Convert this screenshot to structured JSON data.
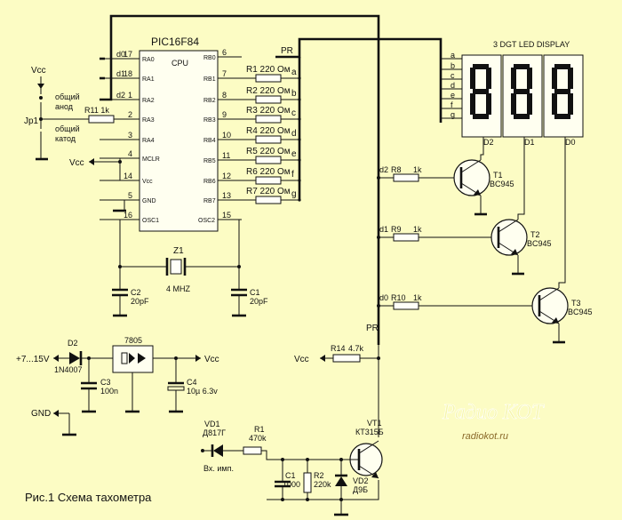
{
  "chip": {
    "name": "PIC16F84",
    "core": "CPU",
    "left_pins": [
      {
        "num": "17",
        "name": "RA0",
        "net": "d0"
      },
      {
        "num": "18",
        "name": "RA1",
        "net": "d1"
      },
      {
        "num": "1",
        "name": "RA2",
        "net": "d2"
      },
      {
        "num": "2",
        "name": "RA3",
        "net": ""
      },
      {
        "num": "3",
        "name": "RA4",
        "net": ""
      },
      {
        "num": "4",
        "name": "MCLR",
        "net": ""
      },
      {
        "num": "14",
        "name": "Vcc",
        "net": ""
      },
      {
        "num": "5",
        "name": "GND",
        "net": ""
      },
      {
        "num": "16",
        "name": "OSC1",
        "net": ""
      }
    ],
    "right_pins": [
      {
        "num": "6",
        "name": "RB0"
      },
      {
        "num": "7",
        "name": "RB1"
      },
      {
        "num": "8",
        "name": "RB2"
      },
      {
        "num": "9",
        "name": "RB3"
      },
      {
        "num": "10",
        "name": "RB4"
      },
      {
        "num": "11",
        "name": "RB5"
      },
      {
        "num": "12",
        "name": "RB6"
      },
      {
        "num": "13",
        "name": "RB7"
      },
      {
        "num": "15",
        "name": "OSC2"
      }
    ]
  },
  "seg_resistors": [
    {
      "ref": "R1",
      "value": "220 Ом",
      "seg": "a"
    },
    {
      "ref": "R2",
      "value": "220 Ом",
      "seg": "b"
    },
    {
      "ref": "R3",
      "value": "220 Ом",
      "seg": "c"
    },
    {
      "ref": "R4",
      "value": "220 Ом",
      "seg": "d"
    },
    {
      "ref": "R5",
      "value": "220 Ом",
      "seg": "e"
    },
    {
      "ref": "R6",
      "value": "220 Ом",
      "seg": "f"
    },
    {
      "ref": "R7",
      "value": "220 Ом",
      "seg": "g"
    }
  ],
  "pr": "PR",
  "display": {
    "title": "3 DGT LED DISPLAY",
    "digits": [
      "D2",
      "D1",
      "D0"
    ],
    "segments": [
      "a",
      "b",
      "c",
      "d",
      "e",
      "f",
      "g"
    ]
  },
  "jumper": {
    "ref": "Jp1",
    "opt_anode": [
      "общий",
      "анод"
    ],
    "opt_cathode": [
      "общий",
      "катод"
    ],
    "r11": "R11 1k",
    "vcc": "Vcc"
  },
  "vcc": "Vcc",
  "gnd": "GND",
  "transistors": [
    {
      "net": "d2",
      "ref": "R8",
      "value": "1k",
      "tr": "T1",
      "type": "BC945"
    },
    {
      "net": "d1",
      "ref": "R9",
      "value": "1k",
      "tr": "T2",
      "type": "BC945"
    },
    {
      "net": "d0",
      "ref": "R10",
      "value": "1k",
      "tr": "T3",
      "type": "BC945"
    }
  ],
  "crystal": {
    "ref": "Z1",
    "value": "4 MHZ"
  },
  "caps": {
    "c2": [
      "C2",
      "20pF"
    ],
    "c1": [
      "C1",
      "20pF"
    ]
  },
  "psu": {
    "input": "+7...15V",
    "d2": "D2",
    "d2type": "1N4007",
    "reg": "7805",
    "c3": [
      "C3",
      "100n"
    ],
    "c4": [
      "C4",
      "10µ 6.3v"
    ]
  },
  "pullup": {
    "ref": "R14",
    "value": "4.7k"
  },
  "input_stage": {
    "vd1": "VD1",
    "vd1type": "Д817Г",
    "r1": "R1",
    "r1val": "470k",
    "vt1": "VT1",
    "vt1type": "КТ315Б",
    "c1": "C1",
    "c1val": "1000",
    "r2": "R2",
    "r2val": "220k",
    "vd2": "VD2",
    "vd2type": "Д9Б",
    "label": "Вх. имп."
  },
  "watermark": {
    "title": "Радио КОТ",
    "url": "radiokot.ru"
  },
  "caption": "Рис.1  Схема тахометра"
}
